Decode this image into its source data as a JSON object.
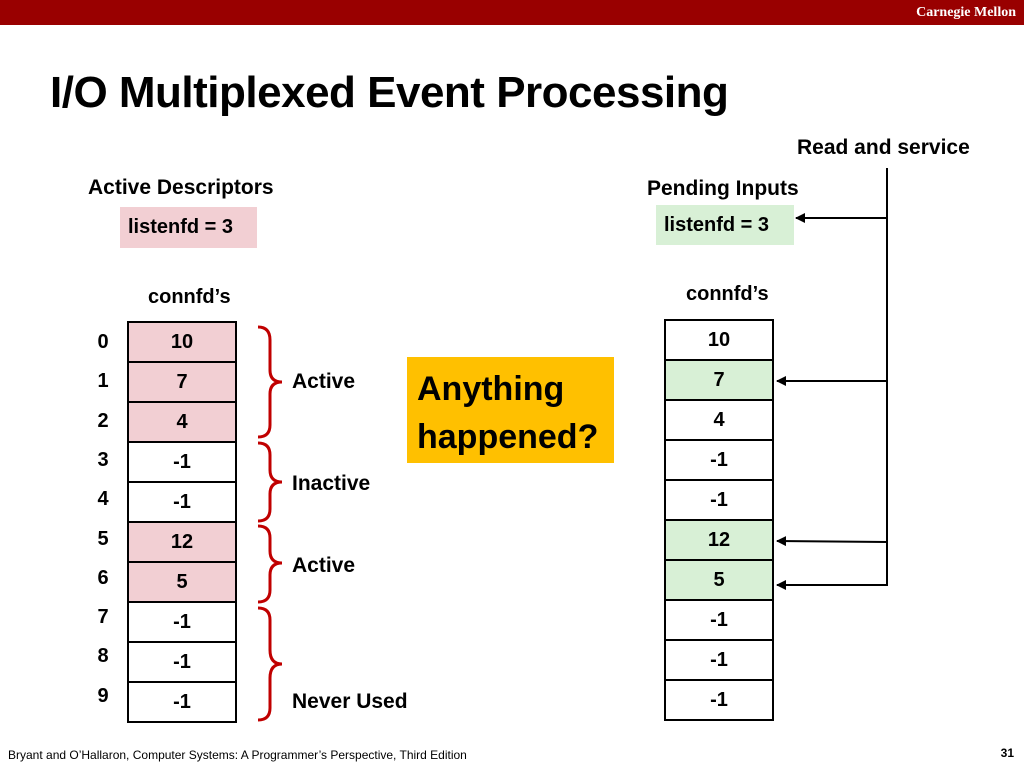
{
  "header": {
    "brand": "Carnegie Mellon"
  },
  "slide": {
    "title": "I/O Multiplexed Event Processing"
  },
  "left": {
    "heading": "Active Descriptors",
    "listenfd": "listenfd = 3",
    "connfd_label": "connfd’s",
    "indices": [
      "0",
      "1",
      "2",
      "3",
      "4",
      "5",
      "6",
      "7",
      "8",
      "9"
    ],
    "cells": [
      {
        "value": "10",
        "highlight": true
      },
      {
        "value": "7",
        "highlight": true
      },
      {
        "value": "4",
        "highlight": true
      },
      {
        "value": "-1",
        "highlight": false
      },
      {
        "value": "-1",
        "highlight": false
      },
      {
        "value": "12",
        "highlight": true
      },
      {
        "value": "5",
        "highlight": true
      },
      {
        "value": "-1",
        "highlight": false
      },
      {
        "value": "-1",
        "highlight": false
      },
      {
        "value": "-1",
        "highlight": false
      }
    ],
    "groups": [
      "Active",
      "Inactive",
      "Active",
      "Never Used"
    ]
  },
  "callout": {
    "line1": "Anything",
    "line2": "happened?"
  },
  "right": {
    "top_label": "Read and service",
    "heading": "Pending Inputs",
    "listenfd": "listenfd = 3",
    "connfd_label": "connfd’s",
    "cells": [
      {
        "value": "10",
        "highlight": false
      },
      {
        "value": "7",
        "highlight": true
      },
      {
        "value": "4",
        "highlight": false
      },
      {
        "value": "-1",
        "highlight": false
      },
      {
        "value": "-1",
        "highlight": false
      },
      {
        "value": "12",
        "highlight": true
      },
      {
        "value": "5",
        "highlight": true
      },
      {
        "value": "-1",
        "highlight": false
      },
      {
        "value": "-1",
        "highlight": false
      },
      {
        "value": "-1",
        "highlight": false
      }
    ]
  },
  "footer": {
    "citation": "Bryant and O’Hallaron, Computer Systems: A Programmer’s Perspective, Third Edition",
    "page": "31"
  },
  "colors": {
    "brand_bar": "#990000",
    "active_fill": "#f2cfd3",
    "pending_fill": "#d8f0d6",
    "callout_fill": "#ffc000",
    "brace": "#c00000"
  }
}
